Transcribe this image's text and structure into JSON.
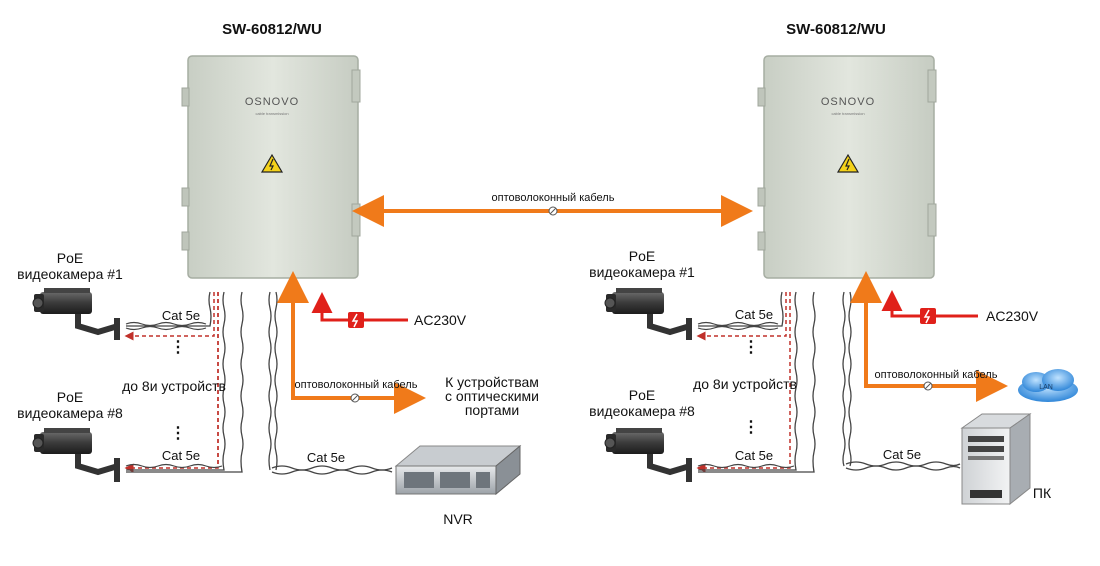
{
  "left": {
    "switch_model": "SW-60812/WU",
    "brand": "OSNOVO",
    "brand_sub": "cable transmission",
    "camera1_line1": "PoE",
    "camera1_line2": "видеокамера #1",
    "camera8_line1": "PoE",
    "camera8_line2": "видеокамера #8",
    "cat_top": "Cat 5e",
    "cat_bottom": "Cat 5e",
    "up_to": "до 8и устройств",
    "ac_label": "AC230V",
    "fiber_label": "оптоволоконный кабель",
    "fiber_dest_line1": "К устройствам",
    "fiber_dest_line2": "с оптическими",
    "fiber_dest_line3": "портами",
    "nvr_cat": "Cat 5e",
    "nvr_label": "NVR"
  },
  "right": {
    "switch_model": "SW-60812/WU",
    "brand": "OSNOVO",
    "brand_sub": "cable transmission",
    "camera1_line1": "PoE",
    "camera1_line2": "видеокамера #1",
    "camera8_line1": "PoE",
    "camera8_line2": "видеокамера #8",
    "cat_top": "Cat 5e",
    "cat_bottom": "Cat 5e",
    "up_to": "до 8и устройств",
    "ac_label": "AC230V",
    "fiber_label": "оптоволоконный кабель",
    "lan_label": "LAN",
    "pc_cat": "Cat 5e",
    "pc_label": "ПК"
  },
  "link_label": "оптоволоконный кабель",
  "colors": {
    "fiber": "#f07a1a",
    "power": "#e0201a",
    "dash": "#c0302a",
    "box": "#d6dbd2",
    "cable": "#444444"
  }
}
